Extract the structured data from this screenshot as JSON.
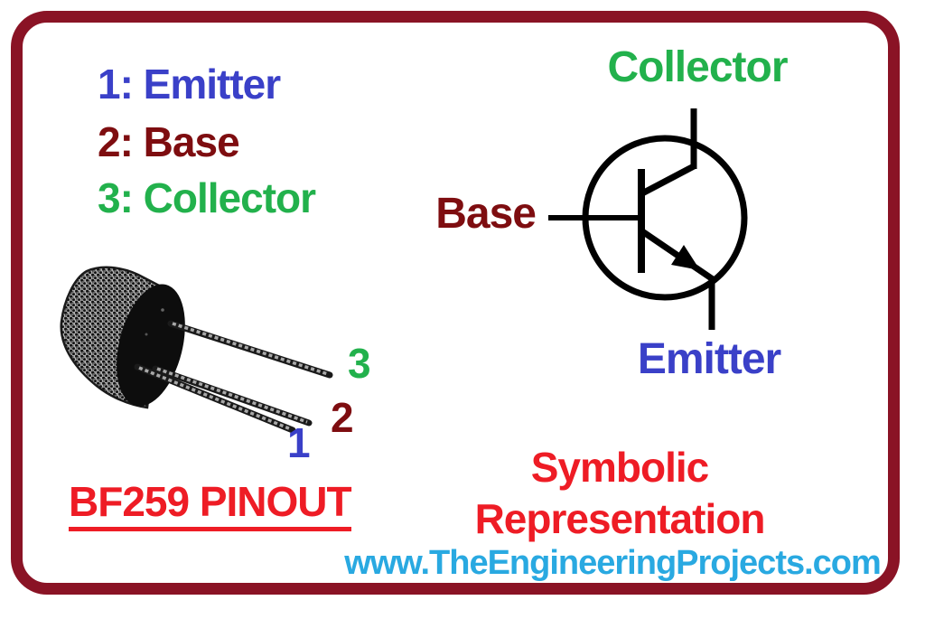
{
  "pin_legend": {
    "items": [
      {
        "text": "1: Emitter",
        "color": "#3A40C8"
      },
      {
        "text": "2: Base",
        "color": "#7E0D10"
      },
      {
        "text": "3: Collector",
        "color": "#22B14C"
      }
    ]
  },
  "pinout": {
    "caption": "BF259 PINOUT",
    "lead_numbers": [
      {
        "value": "3",
        "color": "#22B14C"
      },
      {
        "value": "2",
        "color": "#7E0D10"
      },
      {
        "value": "1",
        "color": "#3A40C8"
      }
    ]
  },
  "symbol": {
    "collector_label": "Collector",
    "base_label": "Base",
    "emitter_label": "Emitter",
    "caption_line1": "Symbolic",
    "caption_line2": "Representation"
  },
  "footer": {
    "website": "www.TheEngineeringProjects.com"
  },
  "colors": {
    "border": "#8A1325",
    "blue": "#3A40C8",
    "dark_red": "#7E0D10",
    "green": "#22B14C",
    "red": "#EE1C25",
    "sky_blue": "#29A9E1",
    "symbol_stroke": "#000000"
  }
}
